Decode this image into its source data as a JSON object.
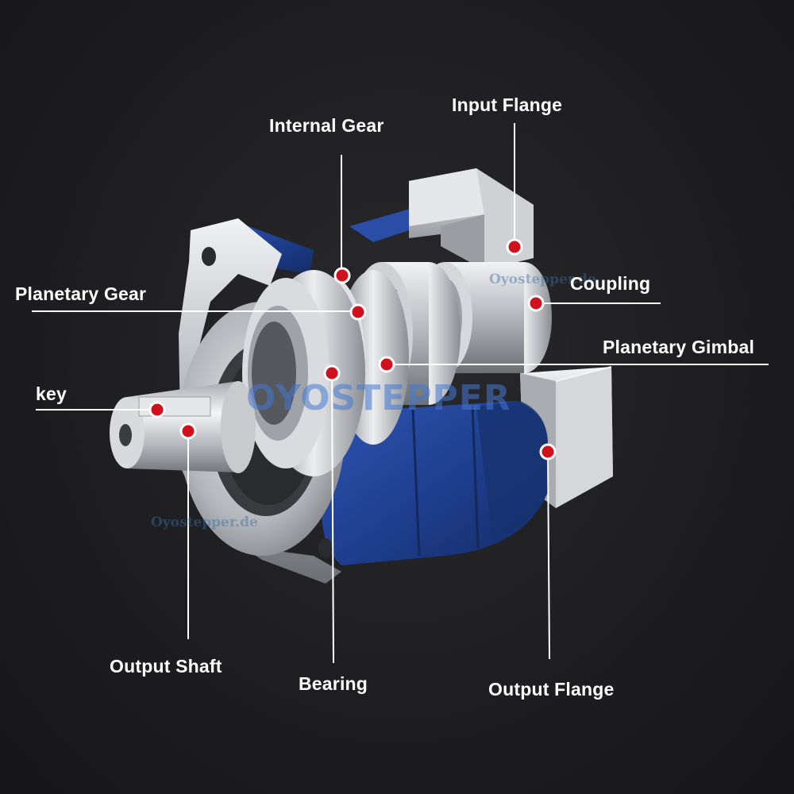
{
  "labels": {
    "input_flange": "Input Flange",
    "internal_gear": "Internal Gear",
    "coupling": "Coupling",
    "planetary_gear": "Planetary Gear",
    "planetary_gimbal": "Planetary Gimbal",
    "key": "key",
    "output_shaft": "Output Shaft",
    "bearing": "Bearing",
    "output_flange": "Output Flange"
  },
  "watermarks": {
    "main": "OYOSTEPPER",
    "small_1": "Oyostepper.de",
    "small_2": "Oyostepper.de"
  },
  "colors": {
    "background": "#1d1d1f",
    "housing_blue": "#1f3f8f",
    "metal": "#c9ccd0",
    "marker_red": "#d0101c",
    "leader_line": "#ffffff"
  }
}
